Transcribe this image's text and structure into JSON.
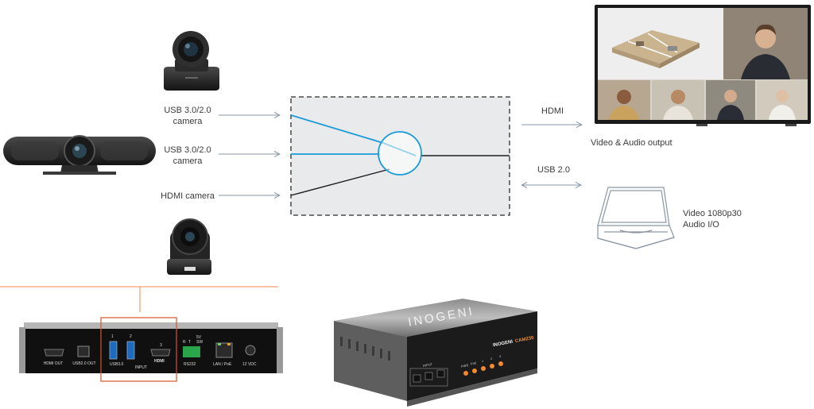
{
  "inputs": {
    "usb_camera_1": [
      "USB 3.0/2.0",
      "camera"
    ],
    "usb_camera_2": [
      "USB 3.0/2.0",
      "camera"
    ],
    "hdmi_camera": "HDMI camera"
  },
  "outputs": {
    "hdmi_label": "HDMI",
    "hdmi_output_caption": "Video & Audio output",
    "usb_label": "USB 2.0",
    "usb_output_caption": [
      "Video 1080p30",
      "Audio I/O"
    ]
  },
  "rear_panel": {
    "ports": [
      "HDMI OUT",
      "USB2.0 OUT",
      "USB3.0",
      "INPUT",
      "HDMI",
      "RS232",
      "LAN / PoE",
      "12 VDC"
    ],
    "input_numbers": [
      "1",
      "2",
      "3"
    ],
    "rs232_pins": [
      "R",
      "T",
      "5V",
      "SW"
    ]
  },
  "device": {
    "brand": "INOGENI",
    "model": "CAM230",
    "front_labels": [
      "INPUT",
      "PWR",
      "PoE",
      "1",
      "2",
      "3"
    ]
  },
  "colors": {
    "accent_blue": "#1a9bd7",
    "line_dark": "#1c1c1c",
    "arrow_gray": "#8a96a3",
    "separator": "#f08a4b",
    "box_fill": "#e9eaec"
  }
}
